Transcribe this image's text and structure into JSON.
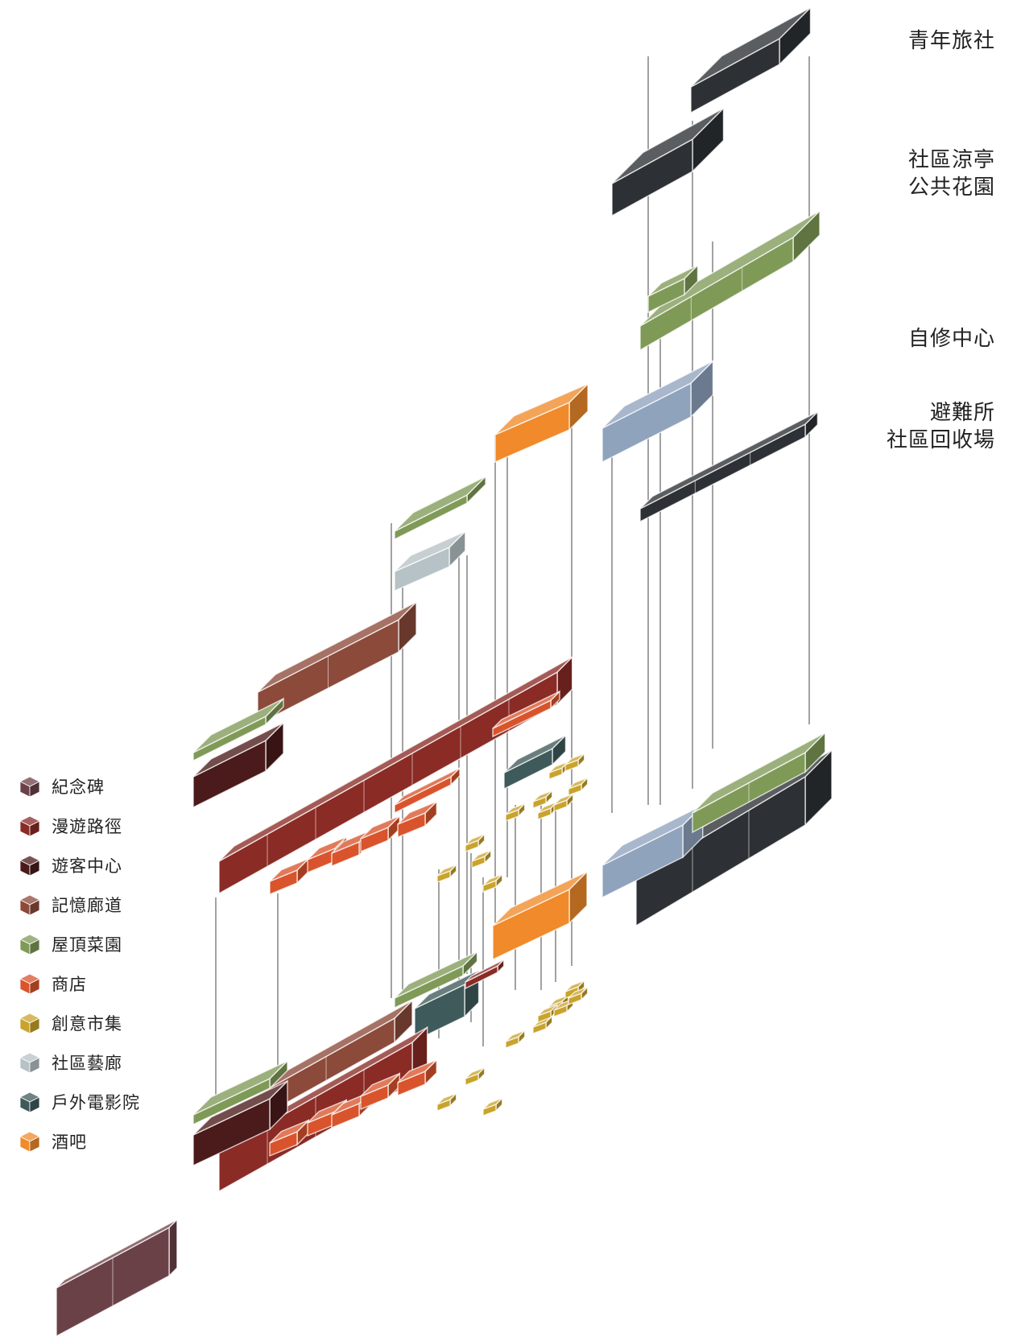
{
  "labels": {
    "hostel": "青年旅社",
    "pavilion_line1": "社區涼亭",
    "pavilion_line2": "公共花園",
    "study": "自修中心",
    "shelter_line1": "避難所",
    "shelter_line2": "社區回收場"
  },
  "legend": [
    {
      "label": "紀念碑",
      "color": "#6b4148"
    },
    {
      "label": "漫遊路徑",
      "color": "#8a2b25"
    },
    {
      "label": "遊客中心",
      "color": "#4b1a1a"
    },
    {
      "label": "記憶廊道",
      "color": "#8c4a3a"
    },
    {
      "label": "屋頂菜園",
      "color": "#7f9a57"
    },
    {
      "label": "商店",
      "color": "#d9542c"
    },
    {
      "label": "創意市集",
      "color": "#c9a32b"
    },
    {
      "label": "社區藝廊",
      "color": "#b7c2c6"
    },
    {
      "label": "戶外電影院",
      "color": "#3f5a5a"
    },
    {
      "label": "酒吧",
      "color": "#f08a2a"
    }
  ],
  "colors": {
    "hostel": "#2d3135",
    "green": "#7f9a57",
    "blue": "#8fa3bd",
    "bar": "#f08a2a",
    "path": "#8a2b25",
    "corridor": "#8c4a3a",
    "visitor": "#4b1a1a",
    "shop": "#d9542c",
    "market": "#c9a32b",
    "gallery": "#b7c2c6",
    "cinema": "#3f5a5a",
    "monument": "#6b4148"
  }
}
